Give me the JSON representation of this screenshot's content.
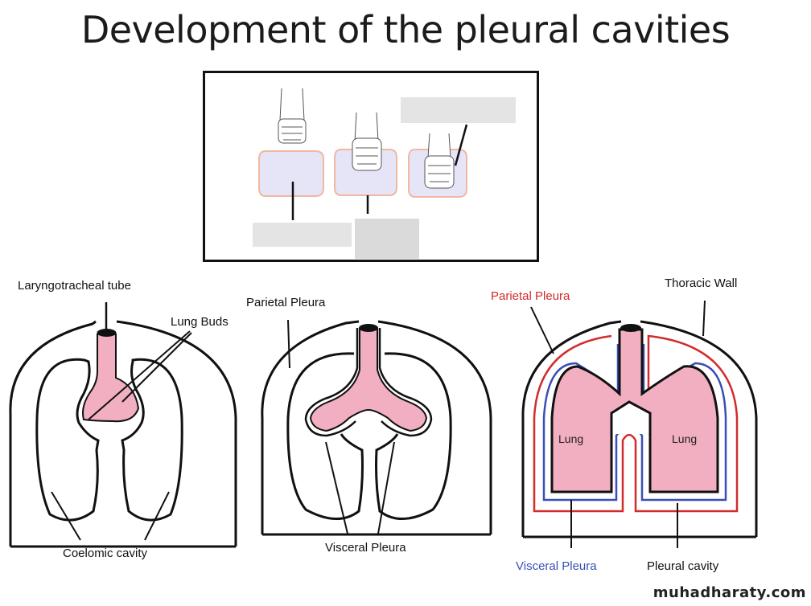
{
  "title": "Development of the pleural cavities",
  "diagrams": {
    "left": {
      "labels": {
        "tube": "Laryngotracheal tube",
        "buds": "Lung Buds",
        "cavity": "Coelomic cavity"
      }
    },
    "middle": {
      "labels": {
        "parietal": "Parietal Pleura",
        "visceral": "Visceral Pleura"
      }
    },
    "right": {
      "labels": {
        "parietal": "Parietal Pleura",
        "wall": "Thoracic Wall",
        "lung_left": "Lung",
        "lung_right": "Lung",
        "visceral": "Visceral Pleura",
        "cavity": "Pleural cavity"
      }
    }
  },
  "watermark": "muhadharaty.com",
  "colors": {
    "lung_fill": "#f2afc1",
    "parietal": "#d22b2b",
    "visceral": "#3a4fb5",
    "ink": "#111111",
    "inset_fill": "#e6e4f7",
    "inset_border": "#f0b8a0"
  }
}
